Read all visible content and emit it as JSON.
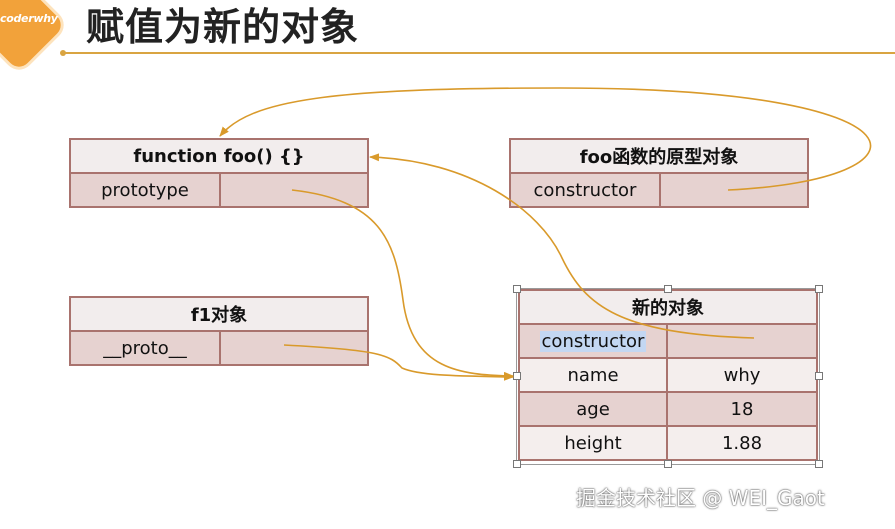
{
  "header": {
    "logo_text": "coderwhy",
    "title": "赋值为新的对象"
  },
  "foo_box": {
    "title": "function foo() {}",
    "row_key": "prototype",
    "row_value": ""
  },
  "proto_box": {
    "title": "foo函数的原型对象",
    "row_key": "constructor",
    "row_value": ""
  },
  "f1_box": {
    "title": "f1对象",
    "row_key": "__proto__",
    "row_value": ""
  },
  "new_box": {
    "title": "新的对象",
    "rows": [
      {
        "key": "constructor",
        "value": ""
      },
      {
        "key": "name",
        "value": "why"
      },
      {
        "key": "age",
        "value": "18"
      },
      {
        "key": "height",
        "value": "1.88"
      }
    ]
  },
  "colors": {
    "arrow": "#d99a2b",
    "accent": "#f2a23a",
    "cell_border": "#a9736e",
    "cell_fill": "#e6d2d0"
  },
  "watermark": "掘金技术社区 @ WEI_Gaot"
}
